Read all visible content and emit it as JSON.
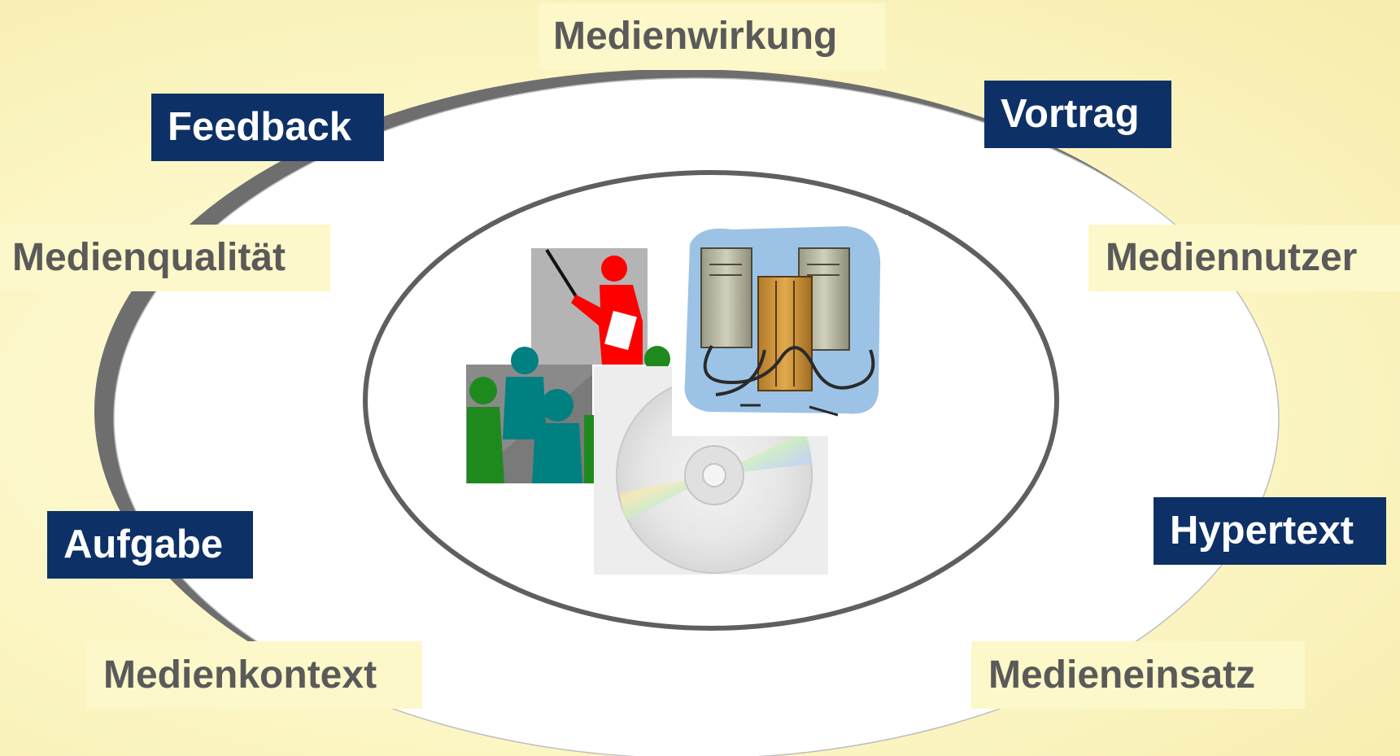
{
  "colors": {
    "background": "#fcf6c4",
    "light_label_bg": "#fdf8c9",
    "light_label_text": "#5a5a5a",
    "dark_label_bg": "#0d3166",
    "dark_label_text": "#ffffff",
    "ring_stroke": "#5f5f5f"
  },
  "labels": {
    "medienwirkung": "Medienwirkung",
    "feedback": "Feedback",
    "vortrag": "Vortrag",
    "medienqualitaet": "Medienqualität",
    "mediennutzer": "Mediennutzer",
    "aufgabe": "Aufgabe",
    "hypertext": "Hypertext",
    "medienkontext": "Medienkontext",
    "medieneinsatz": "Medieneinsatz"
  },
  "center_images": [
    {
      "name": "presentation-clipart",
      "depicts": "presenter with pointer in front of audience"
    },
    {
      "name": "cd-rom-clipart",
      "depicts": "CD-ROM disc"
    },
    {
      "name": "computer-network-clipart",
      "depicts": "computers connected with cables"
    }
  ]
}
